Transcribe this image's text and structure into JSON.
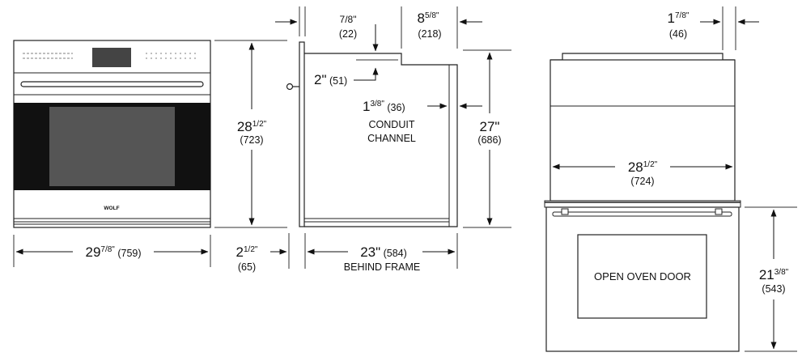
{
  "front": {
    "brand": "WOLF",
    "width": {
      "main": "29",
      "frac": "7/8\"",
      "metric": " (759)"
    },
    "height": {
      "main": "28",
      "frac": "1/2\"",
      "metric": "(723)"
    }
  },
  "side": {
    "frame_depth": {
      "main": "7/8\"",
      "metric": "(22)"
    },
    "top_step": {
      "main": "8",
      "frac": "5/8\"",
      "metric": "(218)"
    },
    "drop": {
      "text": "2\"",
      "metric": " (51)"
    },
    "conduit": {
      "main": "1",
      "frac": "3/8\"",
      "metric": " (36)",
      "line1": "CONDUIT",
      "line2": "CHANNEL"
    },
    "body_height": {
      "main": "27\"",
      "metric": "(686)"
    },
    "handle_depth": {
      "main": "2",
      "frac": "1/2\"",
      "metric": "(65)"
    },
    "depth": {
      "main": "23\"",
      "metric": " (584)",
      "note": "BEHIND FRAME"
    }
  },
  "top_view": {
    "offset": {
      "main": "1",
      "frac": "7/8\"",
      "metric": "(46)"
    },
    "width": {
      "main": "28",
      "frac": "1/2\"",
      "metric": "(724)"
    },
    "door_label": "OPEN OVEN DOOR",
    "door_depth": {
      "main": "21",
      "frac": "3/8\"",
      "metric": "(543)"
    }
  }
}
